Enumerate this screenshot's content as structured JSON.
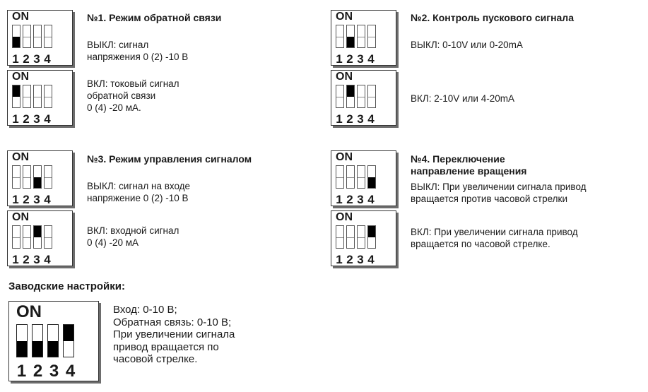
{
  "common": {
    "on_label": "ON",
    "numbers": [
      "1",
      "2",
      "3",
      "4"
    ]
  },
  "sections": [
    {
      "title": "№1. Режим обратной связи",
      "off_text": "ВЫКЛ: сигнал\nнапряжения 0 (2) -10 В",
      "on_text": "ВКЛ: токовый сигнал\nобратной связи\n0 (4) -20 мА.",
      "off_switch": [
        "bottom",
        "none",
        "none",
        "none"
      ],
      "on_switch": [
        "top",
        "none",
        "none",
        "none"
      ]
    },
    {
      "title": "№2. Контроль пускового сигнала",
      "off_text": "ВЫКЛ: 0-10V или 0-20mA",
      "on_text": "ВКЛ: 2-10V или 4-20mA",
      "off_switch": [
        "none",
        "bottom",
        "none",
        "none"
      ],
      "on_switch": [
        "none",
        "top",
        "none",
        "none"
      ]
    },
    {
      "title": "№3. Режим управления сигналом",
      "off_text": "ВЫКЛ: сигнал на входе\nнапряжение 0 (2) -10 В",
      "on_text": "ВКЛ: входной сигнал\n0 (4) -20 мА",
      "off_switch": [
        "none",
        "none",
        "bottom",
        "none"
      ],
      "on_switch": [
        "none",
        "none",
        "top",
        "none"
      ]
    },
    {
      "title": "№4. Переключение\nнаправление вращения",
      "off_text": "ВЫКЛ: При увеличении сигнала привод\nвращается против часовой стрелки",
      "on_text": "ВКЛ: При увеличении сигнала привод\nвращается по часовой стрелке.",
      "off_switch": [
        "none",
        "none",
        "none",
        "bottom"
      ],
      "on_switch": [
        "none",
        "none",
        "none",
        "top"
      ]
    }
  ],
  "factory": {
    "title": "Заводские настройки:",
    "text": "Вход: 0-10 В;\nОбратная связь: 0-10 В;\nПри увеличении сигнала\nпривод вращается по\nчасовой стрелке.",
    "switch": [
      "bottom",
      "bottom",
      "bottom",
      "top"
    ]
  }
}
